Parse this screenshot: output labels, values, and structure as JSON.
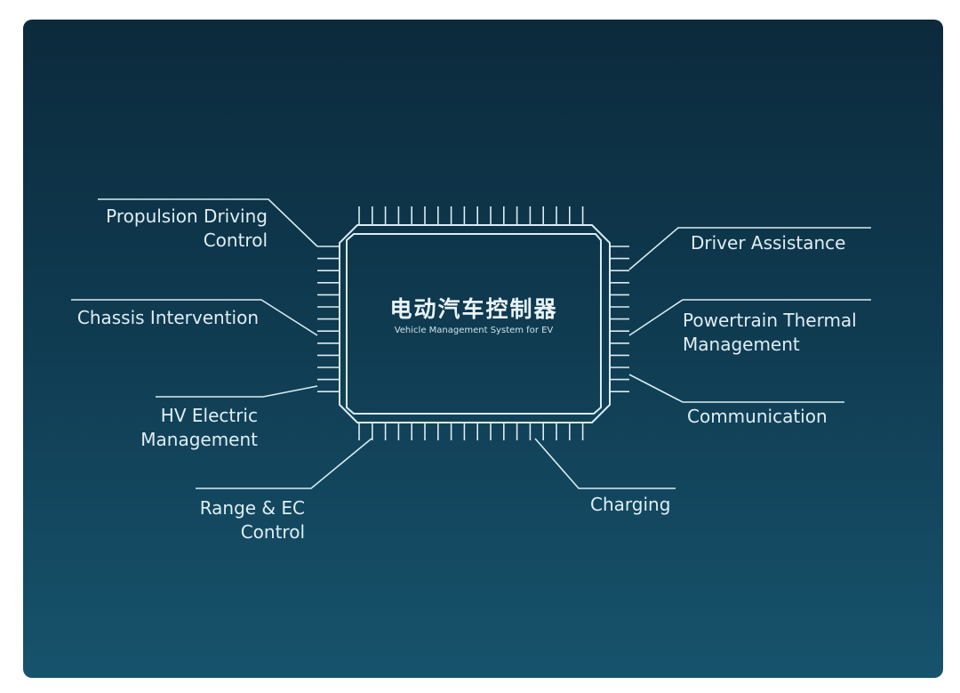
{
  "chip": {
    "title": "电动汽车控制器",
    "subtitle": "Vehicle Management System for EV"
  },
  "functions": {
    "propulsion": [
      "Propulsion Driving",
      "Control"
    ],
    "chassis": [
      "Chassis Intervention"
    ],
    "hv_electric": [
      "HV Electric",
      "Management"
    ],
    "range_ec": [
      "Range & EC",
      "Control"
    ],
    "driver_assistance": [
      "Driver Assistance"
    ],
    "powertrain_thermal": [
      "Powertrain Thermal",
      "Management"
    ],
    "communication": [
      "Communication"
    ],
    "charging": [
      "Charging"
    ]
  },
  "colors": {
    "line": "#d9ecf2",
    "background_top": "#0c2a3c",
    "background_bottom": "#16536c"
  }
}
